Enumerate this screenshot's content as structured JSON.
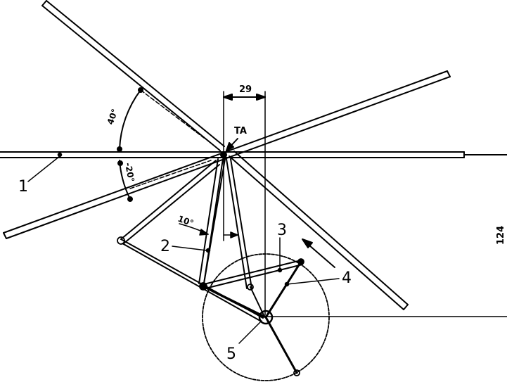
{
  "labels": {
    "part1": "1",
    "part2": "2",
    "part3": "3",
    "part4": "4",
    "part5": "5",
    "pivot": "TA",
    "dim_horizontal": "29",
    "dim_vertical": "124",
    "angle_upper": "40°",
    "angle_lower": "-20°",
    "angle_link": "10°"
  }
}
